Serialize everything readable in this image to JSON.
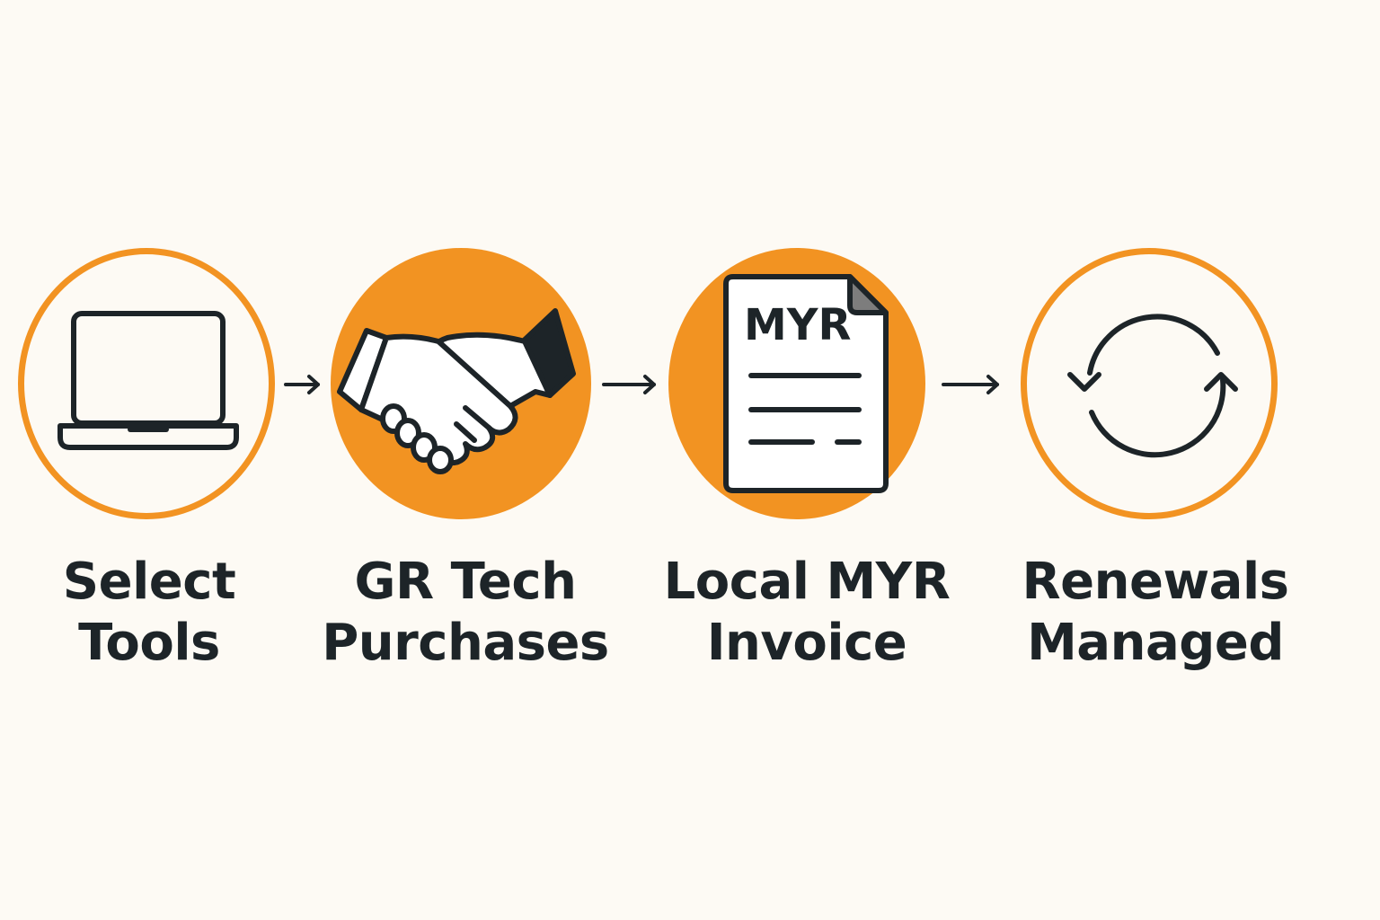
{
  "colors": {
    "background": "#fdfaf4",
    "accent": "#f29322",
    "ink": "#1d2428"
  },
  "steps": [
    {
      "icon": "laptop-icon",
      "style": "outline",
      "label_line1": "Select",
      "label_line2": "Tools"
    },
    {
      "icon": "handshake-icon",
      "style": "filled",
      "label_line1": "GR Tech",
      "label_line2": "Purchases"
    },
    {
      "icon": "invoice-document-icon",
      "style": "filled",
      "icon_text": "MYR",
      "label_line1": "Local MYR",
      "label_line2": "Invoice"
    },
    {
      "icon": "refresh-cycle-icon",
      "style": "outline",
      "label_line1": "Renewals",
      "label_line2": "Managed"
    }
  ],
  "connectors": [
    "arrow-right-icon",
    "arrow-right-icon",
    "arrow-right-icon"
  ]
}
